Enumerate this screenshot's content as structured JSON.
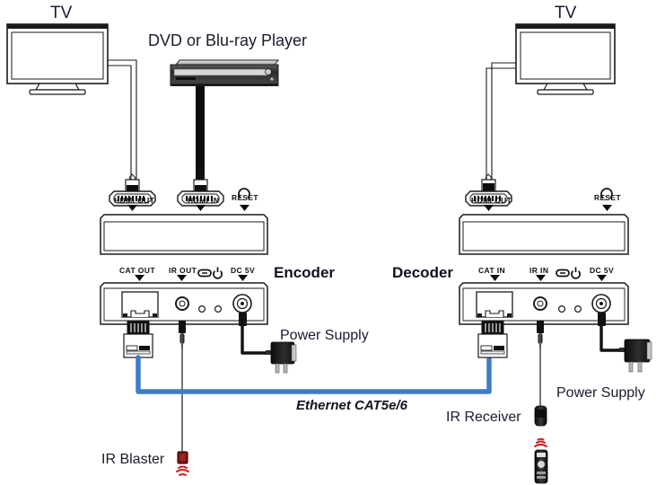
{
  "diagram": {
    "title_text_nodes": {
      "tv_left": "TV",
      "tv_right": "TV",
      "source_device": "DVD or Blu-ray Player",
      "encoder": "Encoder",
      "decoder": "Decoder",
      "ethernet_cable": "Ethernet CAT5e/6",
      "power_supply_left": "Power Supply",
      "power_supply_right": "Power Supply",
      "ir_blaster": "IR Blaster",
      "ir_receiver": "IR Receiver"
    },
    "encoder_ports": {
      "top": [
        {
          "label": "HDMI OUT"
        },
        {
          "label": "HDMI IN"
        },
        {
          "label": "RESET"
        }
      ],
      "bottom": [
        {
          "label": "CAT OUT"
        },
        {
          "label": "IR OUT"
        },
        {
          "label": "DC 5V"
        }
      ],
      "indicator_icons": [
        {
          "name": "link-icon"
        },
        {
          "name": "power-icon"
        }
      ]
    },
    "decoder_ports": {
      "top": [
        {
          "label": "HDMI OUT"
        },
        {
          "label": "RESET"
        }
      ],
      "bottom": [
        {
          "label": "CAT IN"
        },
        {
          "label": "IR IN"
        },
        {
          "label": "DC 5V"
        }
      ],
      "indicator_icons": [
        {
          "name": "link-icon"
        },
        {
          "name": "power-icon"
        }
      ]
    },
    "colors": {
      "ethernet_cable": "#3d7cc9",
      "ir_signal": "#cc1d1d",
      "ir_blaster_body": "#7a1515",
      "outline": "#1a1a1a",
      "device_fill": "#ffffff",
      "connector_dark": "#111111",
      "text": "#1b1b2f"
    }
  }
}
